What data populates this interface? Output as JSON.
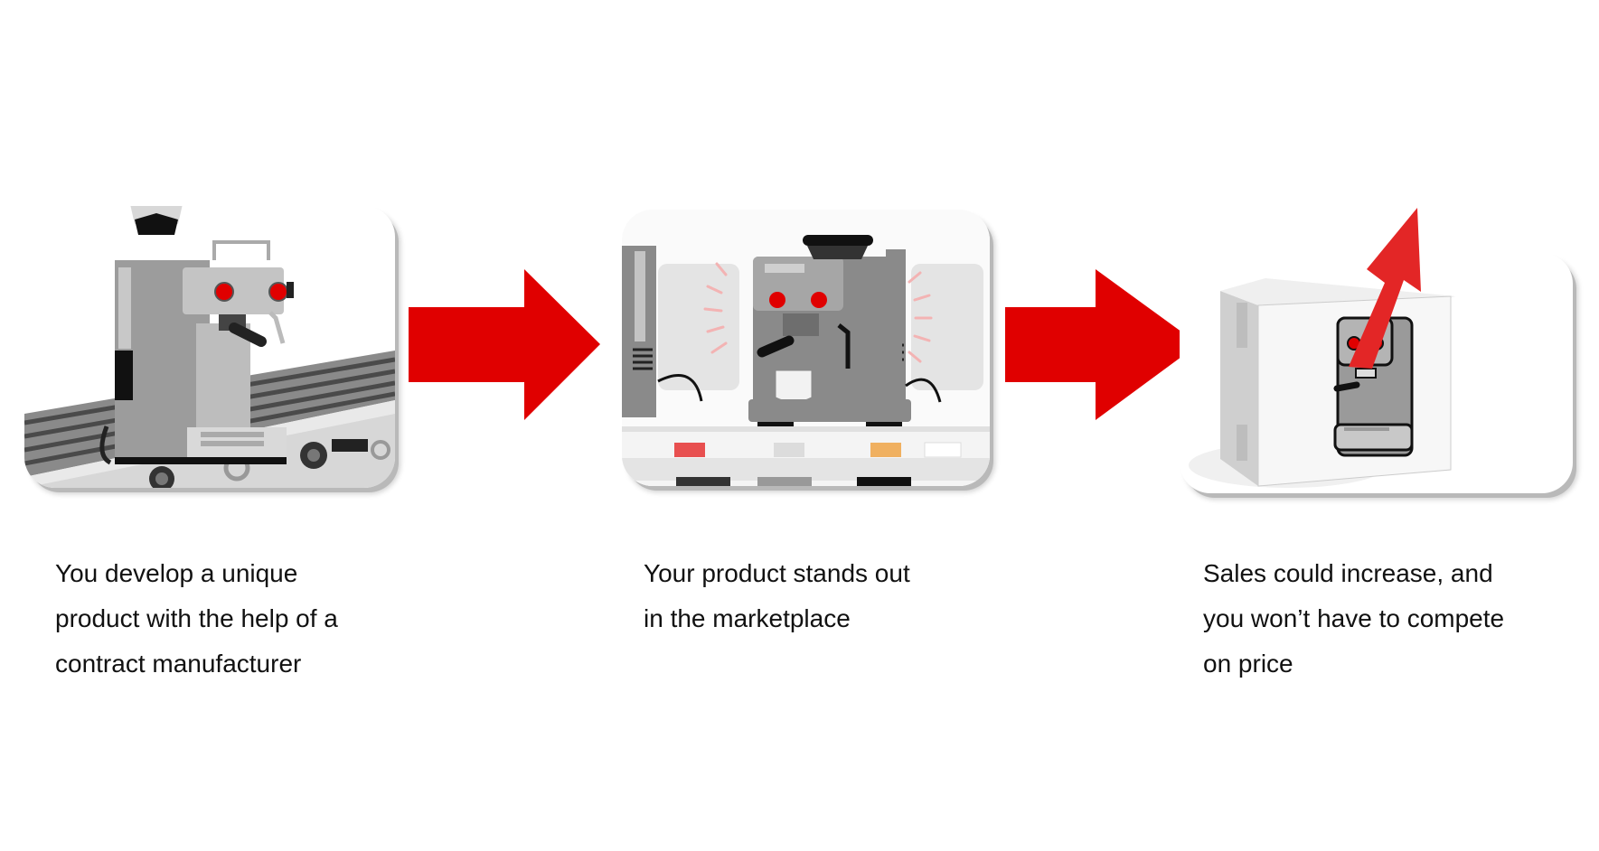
{
  "colors": {
    "accent_red": "#e00000",
    "growth_arrow_red": "#e32626",
    "text": "#111111",
    "background": "#ffffff"
  },
  "steps": [
    {
      "image_label": "espresso-machine-on-conveyor-belt",
      "caption_lines": [
        "You develop a unique",
        "product with the help of a",
        "contract manufacturer"
      ]
    },
    {
      "image_label": "espresso-machine-standing-out-on-store-shelf",
      "caption_lines": [
        "Your product stands out",
        "in the marketplace"
      ]
    },
    {
      "image_label": "boxed-espresso-machine-with-growth-arrow",
      "caption_lines": [
        "Sales could increase, and",
        "you won’t have to compete",
        "on price"
      ]
    }
  ],
  "connectors": [
    {
      "icon": "right-arrow-icon"
    },
    {
      "icon": "right-arrow-icon"
    }
  ]
}
